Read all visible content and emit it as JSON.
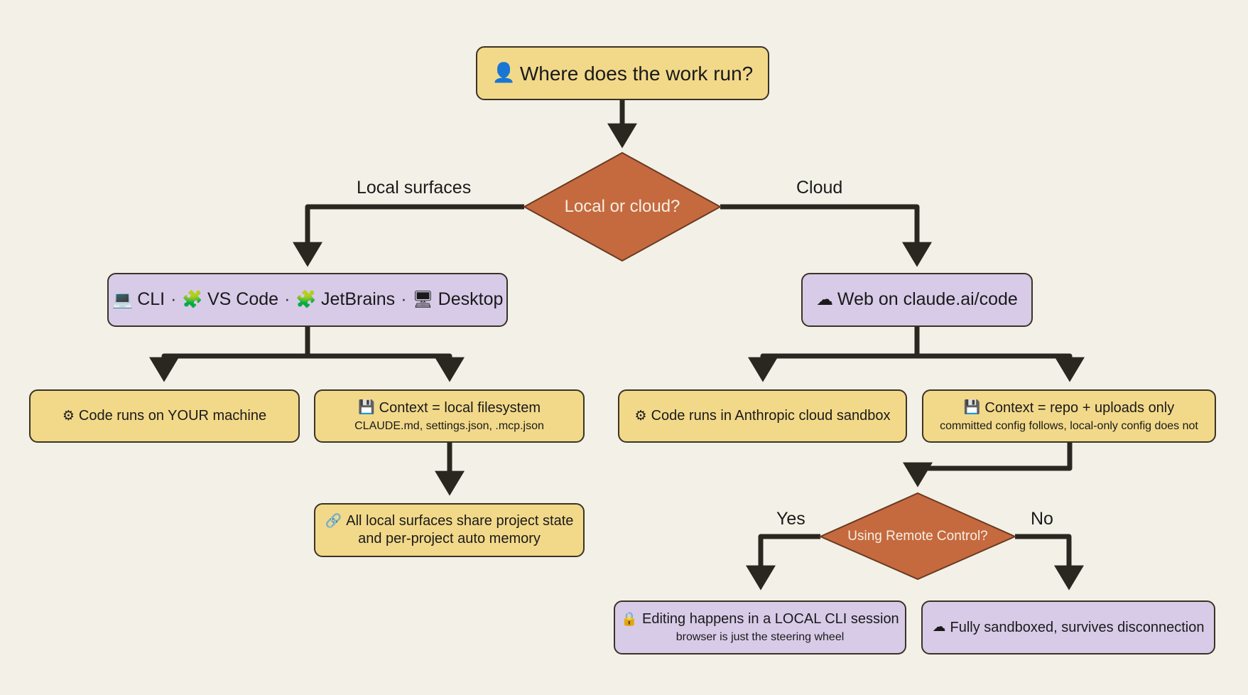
{
  "root": {
    "icon": "person-icon",
    "label": "Where does the work run?"
  },
  "decision_main": {
    "label": "Local or cloud?",
    "left_branch": "Local surfaces",
    "right_branch": "Cloud",
    "fill": "#c56a3f"
  },
  "local_surfaces": {
    "items": [
      {
        "icon": "terminal-icon",
        "label": "CLI"
      },
      {
        "icon": "puzzle-icon",
        "label": "VS Code"
      },
      {
        "icon": "puzzle-icon",
        "label": "JetBrains"
      },
      {
        "icon": "monitor-icon",
        "label": "Desktop"
      }
    ],
    "separator": "·"
  },
  "cloud_surface": {
    "icon": "cloud-icon",
    "label": "Web on claude.ai/code"
  },
  "local_runs": {
    "icon": "gear-icon",
    "label": "Code runs on YOUR machine"
  },
  "local_context": {
    "icon": "floppy-icon",
    "label": "Context = local filesystem",
    "sub": "CLAUDE.md, settings.json, .mcp.json"
  },
  "local_shared": {
    "icon": "link-icon",
    "line1": "All local surfaces share project state",
    "line2": "and per-project auto memory"
  },
  "cloud_runs": {
    "icon": "gear-icon",
    "label": "Code runs in Anthropic cloud sandbox"
  },
  "cloud_context": {
    "icon": "floppy-icon",
    "label": "Context = repo + uploads only",
    "sub": "committed config follows, local-only config does not"
  },
  "decision_remote": {
    "label": "Using Remote Control?",
    "yes": "Yes",
    "no": "No"
  },
  "remote_yes": {
    "icon": "lock-icon",
    "label": "Editing happens in a LOCAL CLI session",
    "sub": "browser is just the steering wheel"
  },
  "remote_no": {
    "icon": "cloud-icon",
    "label": "Fully sandboxed, survives disconnection"
  },
  "colors": {
    "background": "#f3f1e7",
    "yellow_box": "#f2d98a",
    "purple_box": "#d8cbe8",
    "diamond": "#c56a3f",
    "connector": "#2a2620"
  }
}
